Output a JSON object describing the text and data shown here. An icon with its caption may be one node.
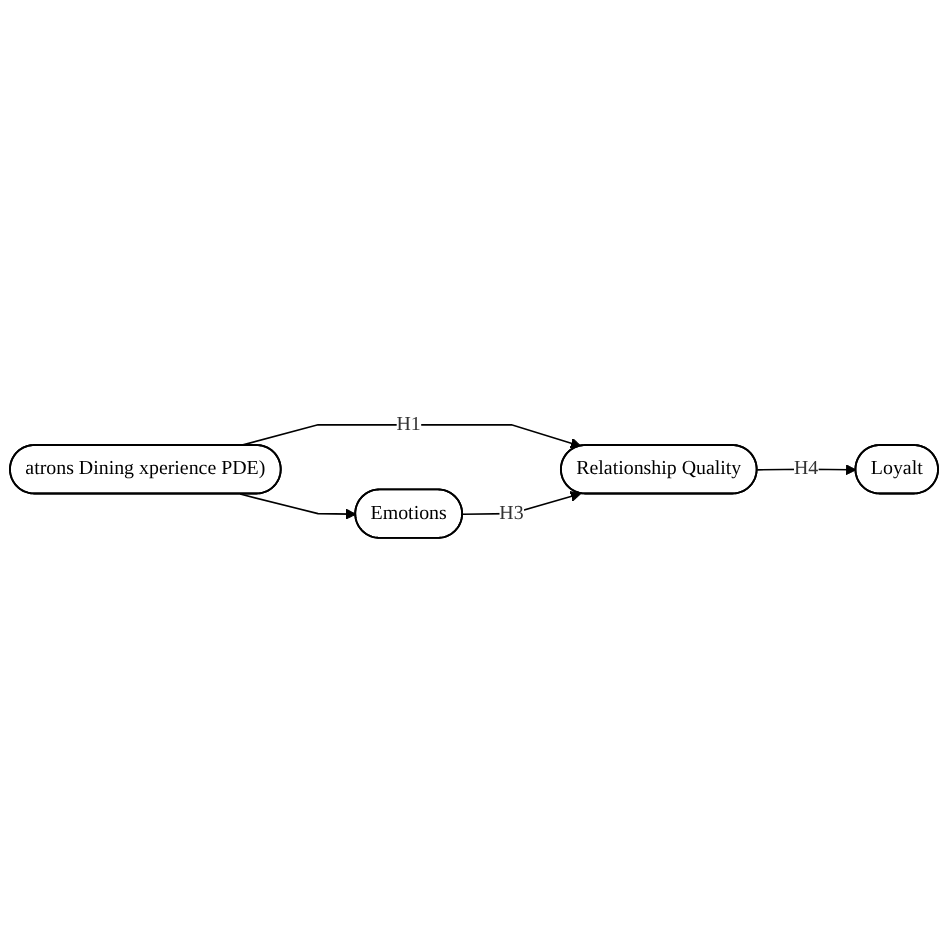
{
  "diagram": {
    "nodes": [
      {
        "text": [
          "atrons Dining xperience PDE)"
        ]
      },
      {
        "text": [
          "Emotions"
        ]
      },
      {
        "text": [
          "Relationship Quality"
        ]
      },
      {
        "text": [
          "Loyalt"
        ]
      }
    ],
    "edges": [
      {
        "from": 0,
        "to": 2,
        "arrow": "to",
        "label": "H1"
      },
      {
        "from": 0,
        "to": 1,
        "arrow": "to"
      },
      {
        "from": 1,
        "to": 2,
        "arrow": "to",
        "label": "H3"
      },
      {
        "from": 2,
        "to": 3,
        "arrow": "to",
        "label": "H4"
      }
    ]
  }
}
